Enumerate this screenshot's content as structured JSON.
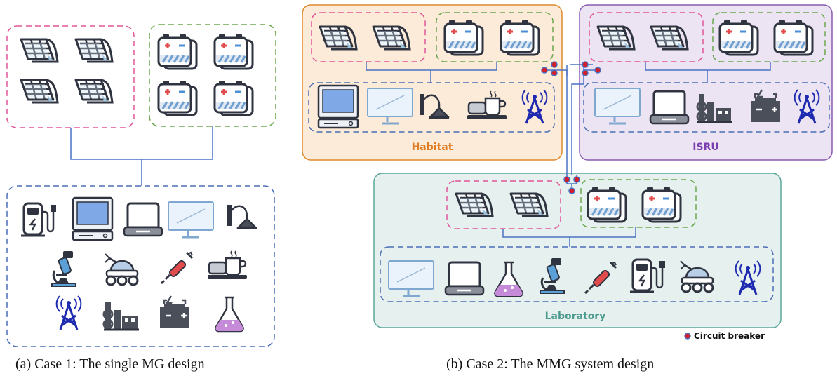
{
  "captions": {
    "case1": "(a) Case 1: The single MG design",
    "case2": "(b) Case 2: The MMG system design"
  },
  "labels": {
    "habitat": "Habitat",
    "isru": "ISRU",
    "laboratory": "Laboratory"
  },
  "legend": {
    "circuit_breaker": "Circuit breaker"
  },
  "colors": {
    "habitat_border": "#e08a2c",
    "habitat_fill": "#fdebd9",
    "habitat_text": "#e07d22",
    "isru_border": "#8a5bb0",
    "isru_fill": "#ece3f3",
    "isru_text": "#7b3fb0",
    "lab_border": "#5ba89a",
    "lab_fill": "#e6f1ef",
    "lab_text": "#4d9a8e",
    "solar_group": "#e2569a",
    "battery_group": "#6aa84f",
    "load_group": "#4a6fb5",
    "bus_line": "#4a72c4",
    "breaker": "#d21f2b"
  },
  "icons": {
    "solar": "solar-panel-icon",
    "battery": "battery-icon",
    "loads": [
      "fuel-charger-icon",
      "computer-icon",
      "laptop-icon",
      "monitor-icon",
      "lamp-icon",
      "microscope-icon",
      "rover-icon",
      "soldering-iron-icon",
      "coffee-icon",
      "antenna-icon",
      "factory-icon",
      "power-plant-icon",
      "flask-icon"
    ]
  }
}
